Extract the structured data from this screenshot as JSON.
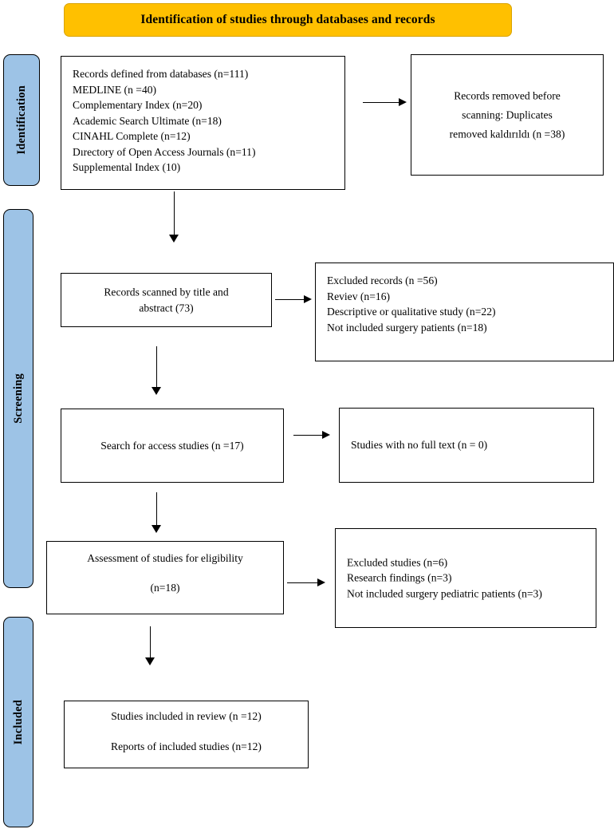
{
  "title_banner": {
    "label": "Identification of studies through databases and records",
    "color": "#FFC000"
  },
  "stages": [
    {
      "name": "identification",
      "label": "Identification",
      "color": "#9DC3E6"
    },
    {
      "name": "screening",
      "label": "Screening",
      "color": "#9DC3E6"
    },
    {
      "name": "included",
      "label": "Included",
      "color": "#9DC3E6"
    }
  ],
  "boxes": {
    "records_identified": {
      "text": "Records defined from databases (n=111)\nMEDLINE (n =40)\nComplementary Index (n=20)\nAcademic Search Ultimate (n=18)\nCINAHL Complete (n=12)\nDırectory of Open Access Journals (n=11)\nSupplemental Index (10)"
    },
    "records_removed": {
      "text": "Records removed before\nscanning: Duplicates\nremoved kaldırıldı (n =38)"
    },
    "records_screened": {
      "text": "Records scanned by title and\nabstract (73)"
    },
    "records_excluded": {
      "text": "Excluded records (n =56)\nReviev (n=16)\nDescriptive or qualitative study (n=22)\nNot included surgery patients (n=18)"
    },
    "reports_sought": {
      "text": "Search for access studies (n =17)"
    },
    "reports_not_retrieved": {
      "text": "Studies with no full text (n = 0)"
    },
    "reports_assessed": {
      "line1": "Assessment of studies for eligibility",
      "line2": "(n=18)"
    },
    "reports_excluded": {
      "text": "Excluded studies (n=6)\nResearch findings (n=3)\nNot included surgery pediatric patients (n=3)"
    },
    "studies_included": {
      "line1": "Studies included in review (n =12)",
      "line2": "Reports of included studies (n=12)"
    }
  },
  "chart_data": {
    "type": "diagram",
    "title": "Identification of studies through databases and records",
    "flow": [
      {
        "stage": "Identification",
        "node": "Records defined from databases",
        "n": 111
      },
      {
        "stage": "Identification",
        "node": "MEDLINE",
        "n": 40
      },
      {
        "stage": "Identification",
        "node": "Complementary Index",
        "n": 20
      },
      {
        "stage": "Identification",
        "node": "Academic Search Ultimate",
        "n": 18
      },
      {
        "stage": "Identification",
        "node": "CINAHL Complete",
        "n": 12
      },
      {
        "stage": "Identification",
        "node": "Dırectory of Open Access Journals",
        "n": 11
      },
      {
        "stage": "Identification",
        "node": "Supplemental Index",
        "n": 10
      },
      {
        "stage": "Identification",
        "node": "Records removed before scanning: Duplicates removed kaldırıldı",
        "n": 38
      },
      {
        "stage": "Screening",
        "node": "Records scanned by title and abstract",
        "n": 73
      },
      {
        "stage": "Screening",
        "node": "Excluded records",
        "n": 56
      },
      {
        "stage": "Screening",
        "node": "Reviev",
        "n": 16
      },
      {
        "stage": "Screening",
        "node": "Descriptive or qualitative study",
        "n": 22
      },
      {
        "stage": "Screening",
        "node": "Not included surgery patients",
        "n": 18
      },
      {
        "stage": "Screening",
        "node": "Search for access studies",
        "n": 17
      },
      {
        "stage": "Screening",
        "node": "Studies with no full text",
        "n": 0
      },
      {
        "stage": "Screening",
        "node": "Assessment of studies for eligibility",
        "n": 18
      },
      {
        "stage": "Screening",
        "node": "Excluded studies",
        "n": 6
      },
      {
        "stage": "Screening",
        "node": "Research findings",
        "n": 3
      },
      {
        "stage": "Screening",
        "node": "Not included surgery pediatric patients",
        "n": 3
      },
      {
        "stage": "Included",
        "node": "Studies included in review",
        "n": 12
      },
      {
        "stage": "Included",
        "node": "Reports of included studies",
        "n": 12
      }
    ]
  }
}
